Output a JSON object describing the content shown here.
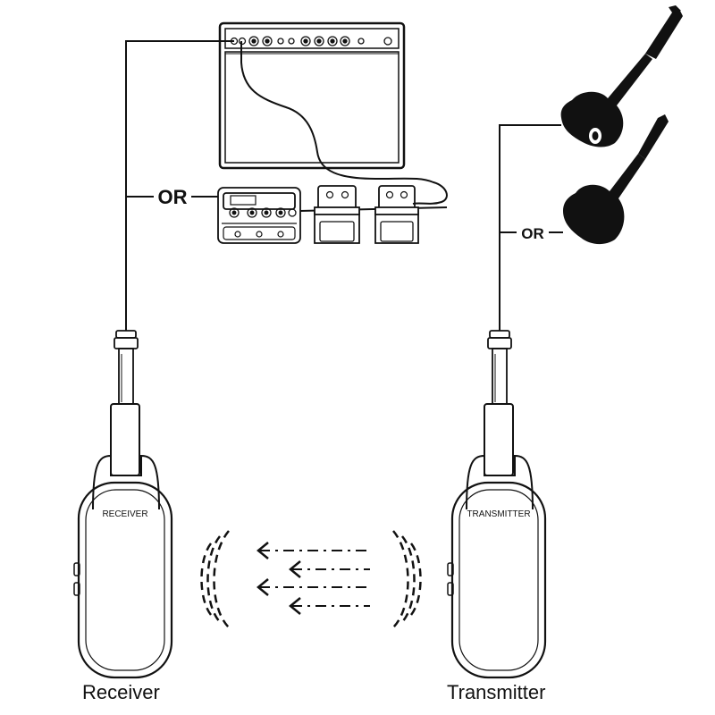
{
  "labels": {
    "or_left": "OR",
    "or_right": "OR",
    "receiver_device_text": "RECEIVER",
    "transmitter_device_text": "TRANSMITTER",
    "receiver_caption": "Receiver",
    "transmitter_caption": "Transmitter"
  },
  "icons": [
    "guitar-amplifier",
    "multi-effects-pedal",
    "effects-pedal",
    "electric-guitar",
    "wireless-receiver",
    "wireless-transmitter",
    "signal-waves",
    "signal-arrows"
  ],
  "colors": {
    "ink": "#111111",
    "background": "#ffffff"
  }
}
